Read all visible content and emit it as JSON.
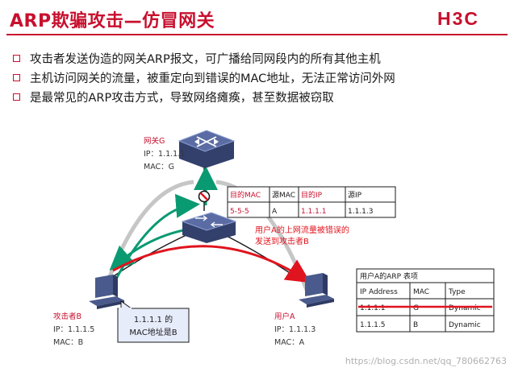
{
  "header": {
    "title": "ARP欺骗攻击—仿冒网关",
    "logo": "H3C"
  },
  "bullets": [
    "攻击者发送伪造的网关ARP报文，可广播给同网段内的所有其他主机",
    "主机访问网关的流量，被重定向到错误的MAC地址，无法正常访问外网",
    "是最常见的ARP攻击方式，导致网络瘫痪，甚至数据被窃取"
  ],
  "gateway": {
    "name": "网关G",
    "ip": "IP：1.1.1.1",
    "mac": "MAC：G"
  },
  "attacker": {
    "name": "攻击者B",
    "ip": "IP：1.1.1.5",
    "mac": "MAC：B"
  },
  "user": {
    "name": "用户A",
    "ip": "IP：1.1.1.3",
    "mac": "MAC：A"
  },
  "packet": {
    "headers": [
      "目的MAC",
      "源MAC",
      "目的IP",
      "源IP"
    ],
    "values": [
      "5-5-5",
      "A",
      "1.1.1.1",
      "1.1.1.3"
    ]
  },
  "annotation": [
    "用户A的上网流量被错误的",
    "发送到攻击者B"
  ],
  "callout": [
    "1.1.1.1 的",
    "MAC地址是B"
  ],
  "arp_table": {
    "title": "用户A的ARP 表项",
    "headers": [
      "IP Address",
      "MAC",
      "Type"
    ],
    "rows": [
      [
        "1.1.1.1",
        "G",
        "Dynamic"
      ],
      [
        "1.1.1.5",
        "B",
        "Dynamic"
      ]
    ]
  },
  "watermark": "https://blog.csdn.net/qq_780662763",
  "colors": {
    "brand": "#c8102e",
    "device": "#4a5a8c",
    "green": "#0a9a72",
    "red": "#e0141e"
  }
}
